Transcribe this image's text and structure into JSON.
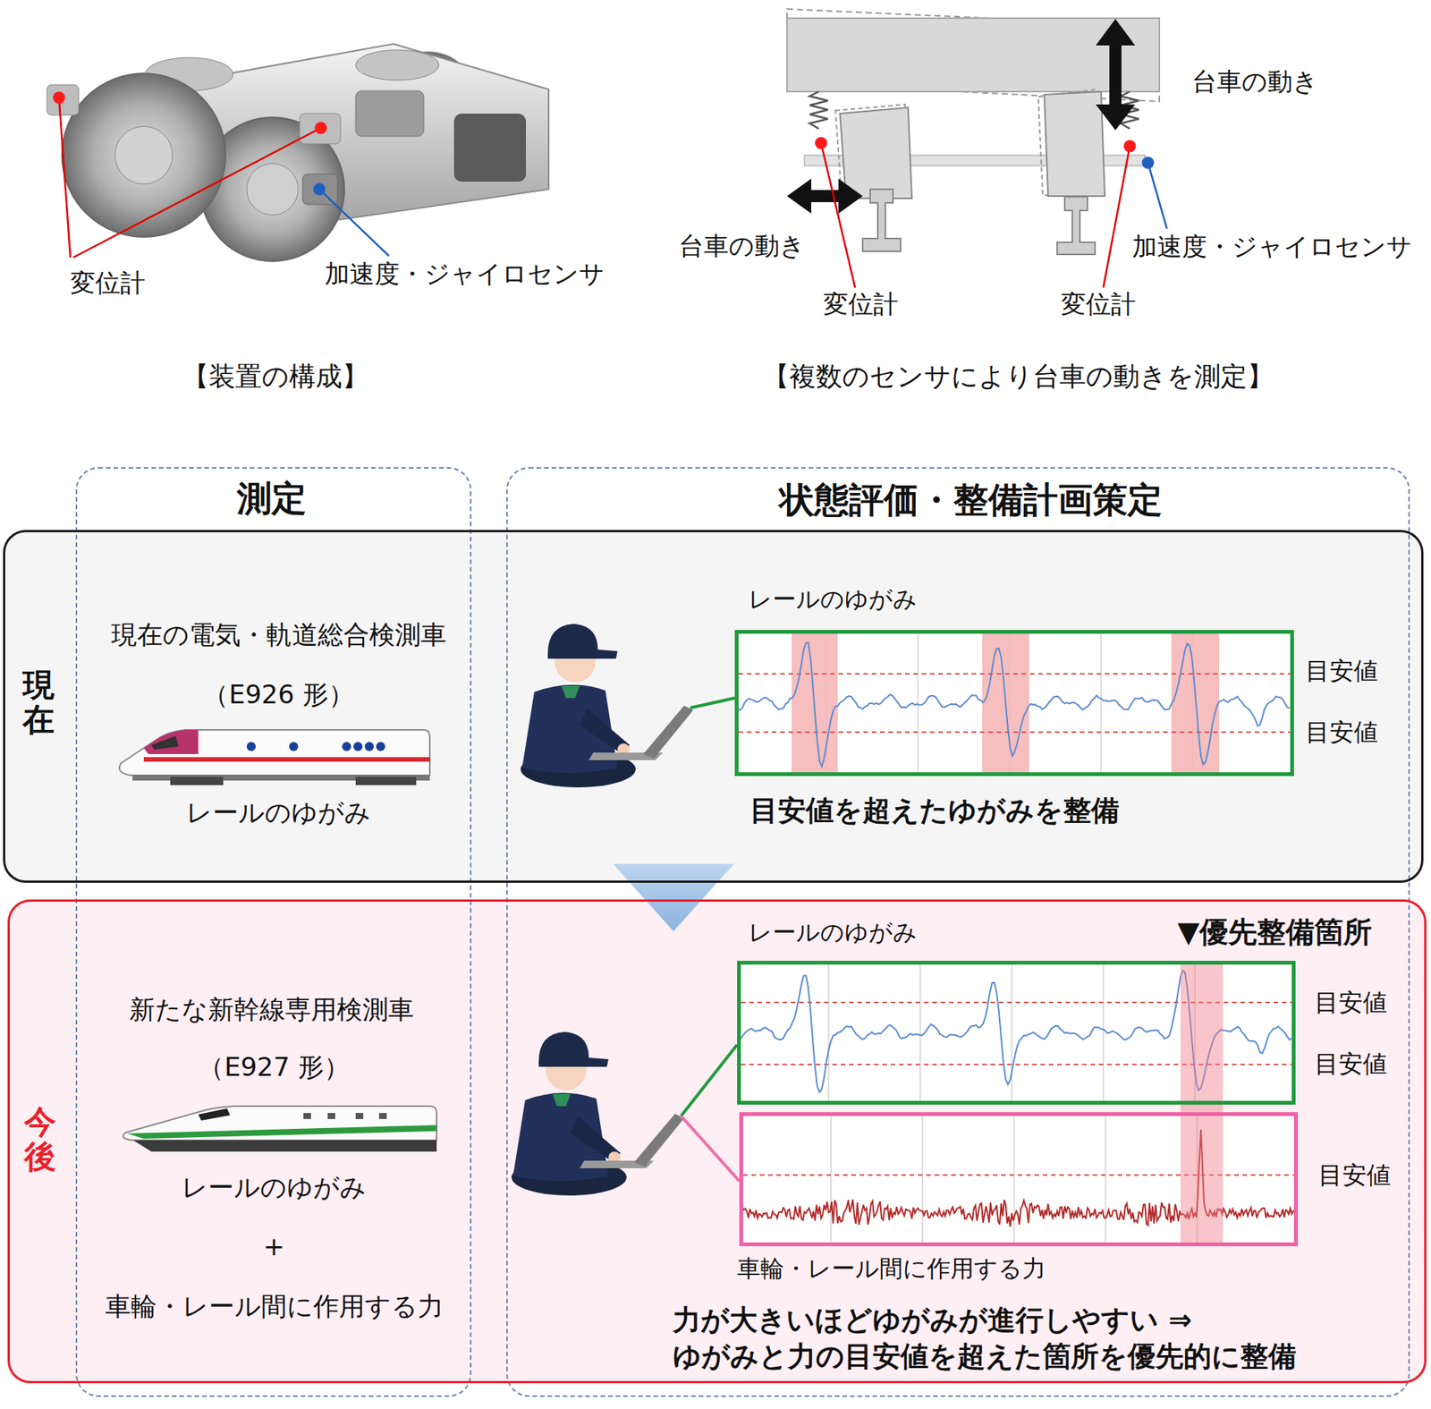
{
  "diagram": {
    "nodes": [
      {
        "text": [
          "測定"
        ]
      },
      {
        "text": [
          "状態評価・整備計画策定"
        ]
      },
      {
        "text": [
          "現在",
          "現在の電気・軌道総合検測車",
          "（E926 形）",
          "レールのゆがみ",
          "目安値を超えたゆがみを整備"
        ]
      },
      {
        "text": [
          "レールのゆがみ"
        ],
        "in": 2
      },
      {
        "text": [
          "今後",
          "新たな新幹線専用検測車",
          "（E927 形）",
          "レールのゆがみ",
          "+",
          "車輪・レール間に作用する力",
          "力が大きいほどゆがみが進行しやすい ⇒ゆがみと力の目安値を超えた箇所を優先的に整備"
        ]
      },
      {
        "text": [
          "レールのゆがみ"
        ],
        "in": 4
      },
      {
        "text": [
          "車輪・レール間に作用する力"
        ],
        "in": 4
      }
    ],
    "edges": [
      {
        "from": 2,
        "to": 4,
        "arrow": "to"
      }
    ],
    "labels": [
      "変位計",
      "加速度・ジャイロセンサ",
      "【装置の構成】",
      "台車の動き",
      "台車の動き",
      "加速度・ジャイロセンサ",
      "変位計",
      "変位計",
      "【複数のセンサにより台車の動きを測定】",
      "目安値",
      "目安値",
      "▼優先整備箇所",
      "目安値",
      "目安値",
      "目安値"
    ]
  }
}
